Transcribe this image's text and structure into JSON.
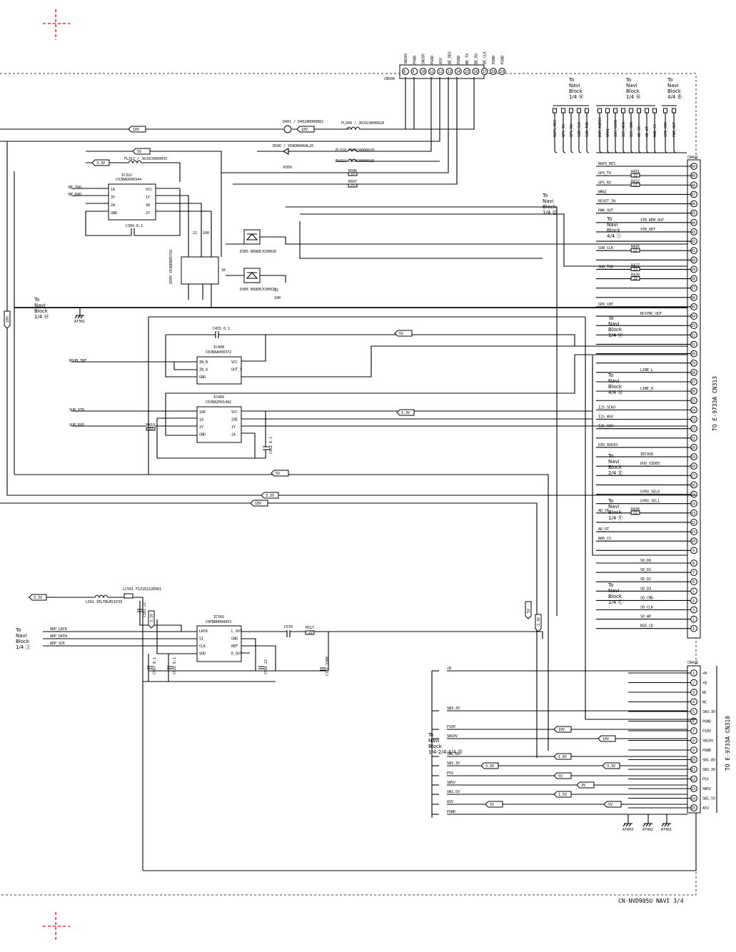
{
  "footer": "CN-NVD905U NAVI 3/4",
  "cn500": {
    "ref": "CN500",
    "pins": [
      {
        "num": "8",
        "sig": "SW10V"
      },
      {
        "num": "9",
        "sig": "PGND"
      },
      {
        "num": "10",
        "sig": "SW10V"
      },
      {
        "num": "11",
        "sig": "PGND"
      },
      {
        "num": "12",
        "sig": "A5V"
      },
      {
        "num": "13",
        "sig": "BE_RES"
      },
      {
        "num": "14",
        "sig": "PGND"
      },
      {
        "num": "15",
        "sig": "BE_TX"
      },
      {
        "num": "16",
        "sig": "BE_RX"
      },
      {
        "num": "17",
        "sig": "BE_CLK"
      },
      {
        "num": "18",
        "sig": "PGND"
      },
      {
        "num": "19",
        "sig": "PGND"
      }
    ]
  },
  "cn421": {
    "ref": "CN421",
    "pins_top": [
      "50",
      "49",
      "48",
      "47",
      "46",
      "45",
      "44",
      "43",
      "42",
      "41",
      "40",
      "39",
      "38",
      "37",
      "36",
      "35",
      "34",
      "33",
      "32",
      "31",
      "30",
      "29",
      "28",
      "27",
      "26",
      "25",
      "24",
      "23",
      "22",
      "21",
      "20",
      "19",
      "18",
      "17",
      "16",
      "15",
      "14",
      "13",
      "12",
      "11",
      "10",
      "9"
    ],
    "pins_bottom": [
      "8",
      "7",
      "6",
      "5",
      "4",
      "3",
      "2",
      "1"
    ],
    "labels": [
      {
        "pin": "50",
        "sig": "NGPS_RES"
      },
      {
        "pin": "49",
        "sig": "GPS_TX",
        "res": "R431",
        "val": "22"
      },
      {
        "pin": "48",
        "sig": "GPS_RX",
        "res": "R432",
        "val": "22"
      },
      {
        "pin": "47",
        "sig": "NMAI"
      },
      {
        "pin": "46",
        "sig": "RESET_IN"
      },
      {
        "pin": "45",
        "sig": "PWR_OUT"
      },
      {
        "pin": "44",
        "sig": "STB_REM_OUT"
      },
      {
        "pin": "43",
        "sig": "STB_DET"
      },
      {
        "pin": "41",
        "sig": "SUB_CLK",
        "res": "R425",
        "val": "22"
      },
      {
        "pin": "39",
        "sig": "SUB_TXD",
        "res": "R427",
        "val": "22"
      },
      {
        "pin": "38",
        "sig": "",
        "res": "R428",
        "val": "22"
      },
      {
        "pin": "35",
        "sig": "SPD_CNT"
      },
      {
        "pin": "34",
        "sig": "NCSYNC_OUT"
      },
      {
        "pin": "28",
        "sig": "LINE_L"
      },
      {
        "pin": "26",
        "sig": "LINE_R"
      },
      {
        "pin": "24",
        "sig": "I2S_SCKO"
      },
      {
        "pin": "23",
        "sig": "I2S_WSO"
      },
      {
        "pin": "22",
        "sig": "I2S_SDO"
      },
      {
        "pin": "20",
        "sig": "DIR_AUDIO"
      },
      {
        "pin": "19",
        "sig": "IEC958"
      },
      {
        "pin": "18",
        "sig": "DVD_VIDEO"
      },
      {
        "pin": "15",
        "sig": "GYRO_SEL0"
      },
      {
        "pin": "14",
        "sig": "GYRO_SEL1"
      },
      {
        "pin": "13",
        "sig": "AD_CK",
        "res": "R430",
        "val": "22"
      },
      {
        "pin": "11",
        "sig": "AD_DT"
      },
      {
        "pin": "10",
        "sig": "NAD_CS"
      },
      {
        "pin": "8",
        "sig": "SD_D0"
      },
      {
        "pin": "7",
        "sig": "SD_D1"
      },
      {
        "pin": "6",
        "sig": "SD_D2"
      },
      {
        "pin": "5",
        "sig": "SD_D3"
      },
      {
        "pin": "4",
        "sig": "SD_CMD"
      },
      {
        "pin": "3",
        "sig": "SD_CLK"
      },
      {
        "pin": "2",
        "sig": "SD_WP"
      },
      {
        "pin": "1",
        "sig": "NSD_CD"
      }
    ],
    "connector_label": "TO E-9733A CN313"
  },
  "cn425": {
    "ref": "CN425",
    "pins": [
      {
        "num": "1",
        "sig": "+B"
      },
      {
        "num": "2",
        "sig": "+B"
      },
      {
        "num": "3",
        "sig": "NC"
      },
      {
        "num": "4",
        "sig": "NC"
      },
      {
        "num": "5",
        "sig": "SW3.3V"
      },
      {
        "num": "6",
        "sig": "PGND"
      },
      {
        "num": "7",
        "sig": "P10V"
      },
      {
        "num": "8",
        "sig": "SW10V"
      },
      {
        "num": "9",
        "sig": "PGND"
      },
      {
        "num": "10",
        "sig": "SW1.8V"
      },
      {
        "num": "11",
        "sig": "SW3.3V"
      },
      {
        "num": "12",
        "sig": "P5V"
      },
      {
        "num": "13",
        "sig": "SW5V"
      },
      {
        "num": "14",
        "sig": "SW1.5V"
      },
      {
        "num": "15",
        "sig": "A5V"
      }
    ],
    "left_labels": [
      "+B",
      "SW3.3V",
      "P10V",
      "SW10V",
      "SW1.8V",
      "SW3.3V",
      "P5V",
      "SW5V",
      "SW1.5V",
      "A5V",
      "PGND"
    ],
    "connector_label": "TO E-9733A CN310"
  },
  "top_bus_labels": [
    "NGPS_RES",
    "GPS_TX",
    "GPS_RX",
    "SUB_CLK",
    "SUB_TXD",
    "DIR_AUDIO",
    "NMAI",
    "I2S_SCKO",
    "I2S_WSO",
    "I2S_SDO",
    "AD_CK",
    "AD_DT",
    "NAD_CS",
    "SPD_CNT",
    "PWR_OUT"
  ],
  "navi_refs": [
    {
      "id": "top-k",
      "text": "To Navi Block 1/4 Ⓚ"
    },
    {
      "id": "top-n",
      "text": "To Navi Block 1/4 Ⓝ"
    },
    {
      "id": "top-b",
      "text": "To Navi Block 4/4 Ⓑ"
    },
    {
      "id": "reset",
      "text": "To Navi Block 1/4 Ⓞ"
    },
    {
      "id": "stb",
      "text": "To Navi Block 4/4 Ⓘ"
    },
    {
      "id": "csync",
      "text": "To Navi Block 1/4 Ⓥ"
    },
    {
      "id": "line",
      "text": "To Navi Block 4/4 Ⓖ"
    },
    {
      "id": "dvd",
      "text": "To Navi Block 2/4 Ⓔ"
    },
    {
      "id": "gyro",
      "text": "To Navi Block 1/4 Ⓕ"
    },
    {
      "id": "sd",
      "text": "To Navi Block 1/4 Ⓒ"
    },
    {
      "id": "left",
      "text": "To Navi Block 1/4 Ⓗ"
    },
    {
      "id": "adp",
      "text": "To Navi Block 1/4 Ⓙ"
    },
    {
      "id": "power",
      "text": "To Navi Block 1/4-2/4-4/4 Ⓓ"
    }
  ],
  "ic322": {
    "ref": "IC322",
    "part": "C0JBAD000344",
    "pins_l": [
      "1A",
      "3Y",
      "2A",
      "GND"
    ],
    "pins_r": [
      "VCC",
      "1Y",
      "3A",
      "2Y"
    ],
    "in1": "BE_TXD",
    "in2": "BE_RXD"
  },
  "ic408": {
    "ref": "IC408",
    "part": "C0JBAA000372",
    "pins_l": [
      "IN_B",
      "IN_A",
      "GND"
    ],
    "pins_r": [
      "VCC",
      "OUT_Y"
    ],
    "in1": "NSUB_INT"
  },
  "ic409": {
    "ref": "IC409",
    "part": "C0JBAZ001492",
    "pins_l": [
      "1OE",
      "1A",
      "2Y",
      "GND"
    ],
    "pins_r": [
      "VCC",
      "2OE",
      "1Y",
      "2A"
    ],
    "in1": "SUB_DIR",
    "in2": "SUB_RXD"
  },
  "ic502": {
    "ref": "IC502",
    "part": "C0FBBH000053",
    "pins_l": [
      "LRCK",
      "SI",
      "CLK",
      "VDD"
    ],
    "pins_r": [
      "L_OUT",
      "GND",
      "REF",
      "R_OUT"
    ],
    "in1": "ADP_LRCK",
    "in2": "ADP_DATA",
    "in3": "ADP_SCK"
  },
  "parts": {
    "d401": "D401 / D402AR000062",
    "fl509": "FL509 / J0JGC0000020",
    "d506": "D506 / YEADR0064L20",
    "r350": "R350",
    "fl510": "FL510 J0JGC0000020",
    "fl511": "FL511 J0JGC0000020",
    "r506": "R506",
    "r507": "R507",
    "fl312": "FL312 / J0JGC0000035",
    "c304": "C304 0.1",
    "c455": "C455 0.1",
    "q509": "Q509 YEADR0057XX",
    "d305": "D305 B0ADEJC00026",
    "d306": "D306 B0ADEJC00026",
    "r410": "R410",
    "c462": "C462 0.1",
    "l501": "L501 YELTBLM21P39",
    "lc501": "LC501 F1Z1E222E001",
    "c570": "C570",
    "r517": "R517",
    "caps_bottom": [
      "C567 0.1",
      "C526 0.1",
      "C566 22",
      "C721 330P",
      "C501 22"
    ],
    "at_labels": [
      "AT301",
      "AT403",
      "AT402",
      "AT401"
    ]
  },
  "rail_tags": [
    "10V",
    "10V",
    "5V",
    "3.3V",
    "5V",
    "3.3V",
    "5V",
    "3.3V",
    "10V",
    "3.3V",
    "3.3V",
    "10V",
    "5V",
    "3.3V",
    "10V",
    "10V",
    "1.8V",
    "3.3V",
    "5V",
    "3V",
    "1.5V",
    "5V",
    "5V",
    "3.3V"
  ],
  "small_vals": [
    "22",
    "22",
    "22",
    "22",
    "22",
    "22",
    "100",
    "100",
    "1K"
  ]
}
